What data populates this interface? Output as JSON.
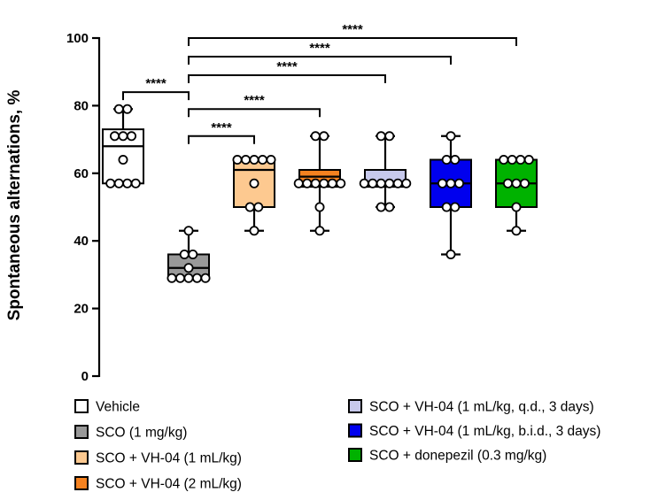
{
  "chart_data": {
    "type": "box",
    "ylabel": "Spontaneous alternations, %",
    "ylim": [
      0,
      100
    ],
    "yticks": [
      "0",
      "20",
      "40",
      "60",
      "80",
      "100"
    ],
    "legend_placement": "bottom",
    "groups": [
      {
        "name": "Vehicle",
        "color": "#ffffff",
        "min": 57,
        "q1": 57,
        "median": 68,
        "q3": 73,
        "max": 79,
        "points": [
          57,
          57,
          57,
          57,
          64,
          71,
          71,
          71,
          79,
          79
        ]
      },
      {
        "name": "SCO (1 mg/kg)",
        "color": "#999999",
        "min": 29,
        "q1": 29,
        "median": 32,
        "q3": 36,
        "max": 43,
        "points": [
          29,
          29,
          29,
          29,
          29,
          32,
          36,
          36,
          43
        ]
      },
      {
        "name": "SCO + VH-04 (1 mL/kg)",
        "color": "#fdc990",
        "min": 43,
        "q1": 50,
        "median": 61,
        "q3": 64,
        "max": 64,
        "points": [
          43,
          50,
          50,
          57,
          64,
          64,
          64,
          64,
          64
        ]
      },
      {
        "name": "SCO + VH-04 (2 mL/kg)",
        "color": "#f58220",
        "min": 43,
        "q1": 56,
        "median": 59,
        "q3": 61,
        "max": 71,
        "points": [
          43,
          50,
          57,
          57,
          57,
          57,
          57,
          57,
          71,
          71
        ]
      },
      {
        "name": "SCO + VH-04 (1 mL/kg, q.d., 3 days)",
        "color": "#c7c9ec",
        "min": 50,
        "q1": 56,
        "median": 57,
        "q3": 61,
        "max": 71,
        "points": [
          50,
          50,
          57,
          57,
          57,
          57,
          57,
          57,
          71,
          71
        ]
      },
      {
        "name": "SCO + VH-04 (1 mL/kg, b.i.d., 3 days)",
        "color": "#0000ee",
        "min": 36,
        "q1": 50,
        "median": 57,
        "q3": 64,
        "max": 71,
        "points": [
          36,
          50,
          50,
          57,
          57,
          57,
          64,
          64,
          71
        ]
      },
      {
        "name": "SCO + donepezil (0.3 mg/kg)",
        "color": "#00b200",
        "min": 43,
        "q1": 50,
        "median": 57,
        "q3": 64,
        "max": 64,
        "points": [
          43,
          50,
          57,
          57,
          57,
          64,
          64,
          64,
          64
        ]
      }
    ],
    "significance": [
      {
        "from": 0,
        "to": 1,
        "label": "****",
        "y": 84
      },
      {
        "from": 1,
        "to": 2,
        "label": "****",
        "y": 71
      },
      {
        "from": 1,
        "to": 3,
        "label": "****",
        "y": 79
      },
      {
        "from": 1,
        "to": 4,
        "label": "****",
        "y": 89
      },
      {
        "from": 1,
        "to": 5,
        "label": "****",
        "y": 94.5
      },
      {
        "from": 1,
        "to": 6,
        "label": "****",
        "y": 100
      }
    ],
    "legend": {
      "left": [
        "Vehicle",
        "SCO (1 mg/kg)",
        "SCO + VH-04 (1 mL/kg)",
        "SCO + VH-04 (2 mL/kg)"
      ],
      "right": [
        "SCO + VH-04 (1 mL/kg, q.d., 3 days)",
        "SCO + VH-04 (1 mL/kg, b.i.d., 3 days)",
        "SCO + donepezil (0.3 mg/kg)"
      ]
    }
  }
}
